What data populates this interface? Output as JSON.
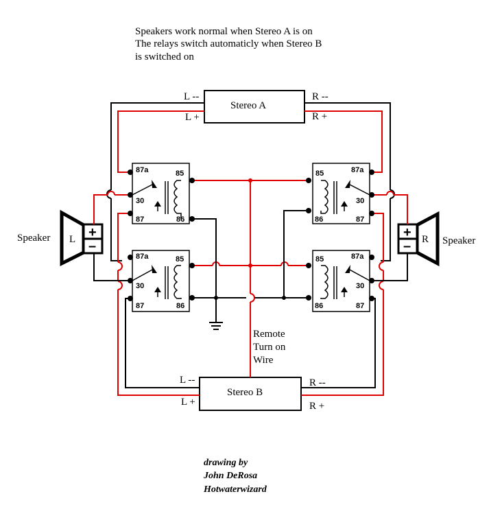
{
  "notes": {
    "line1": "Speakers work normal when Stereo A is on",
    "line2": "The relays switch automaticly when Stereo B",
    "line3": "is switched on"
  },
  "stereo_a": {
    "label": "Stereo A",
    "l_minus": "L --",
    "l_plus": "L +",
    "r_minus": "R --",
    "r_plus": "R +"
  },
  "stereo_b": {
    "label": "Stereo B",
    "l_minus": "L --",
    "l_plus": "L +",
    "r_minus": "R --",
    "r_plus": "R +"
  },
  "speakers": {
    "left": {
      "side_label": "Speaker",
      "channel": "L",
      "plus": "+",
      "minus": "–"
    },
    "right": {
      "side_label": "Speaker",
      "channel": "R",
      "plus": "+",
      "minus": "–"
    }
  },
  "relay_pins": {
    "p87a": "87a",
    "p30": "30",
    "p87": "87",
    "p85": "85",
    "p86": "86"
  },
  "remote": {
    "line1": "Remote",
    "line2": "Turn on",
    "line3": "Wire"
  },
  "credit": {
    "line1": "drawing by",
    "line2": "John DeRosa",
    "line3": "Hotwaterwizard"
  },
  "colors": {
    "wire_black": "#000000",
    "wire_red": "#e00000",
    "background": "#ffffff"
  },
  "icons": [
    "relay-coil-icon",
    "relay-switch-icon",
    "ground-icon",
    "speaker-icon"
  ]
}
